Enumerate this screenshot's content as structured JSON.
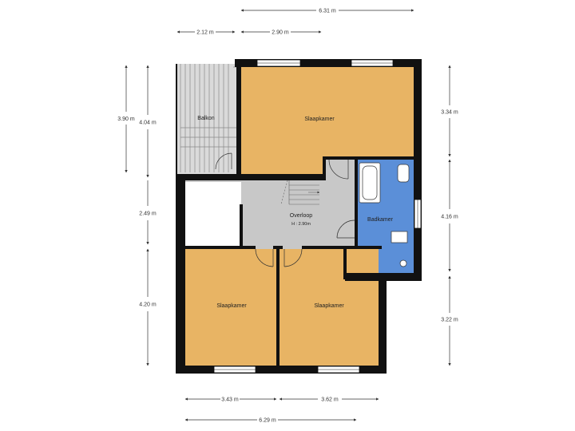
{
  "colors": {
    "bedroom": "#E8B464",
    "landing": "#C8C8C8",
    "bathroom": "#5B8FD8",
    "balcony": "#DADADA",
    "wall": "#111111",
    "dimension_line": "#333333"
  },
  "rooms": {
    "balcony": "Balkon",
    "bedroom_top": "Slaapkamer",
    "landing": "Overloop",
    "landing_height": "H : 2.90m",
    "bathroom": "Badkamer",
    "bedroom_left": "Slaapkamer",
    "bedroom_right": "Slaapkamer"
  },
  "dimensions": {
    "top_total": "6.31 m",
    "top_balcony": "2.12 m",
    "top_room": "2.90 m",
    "left_outer": "3.90 m",
    "left_inner": "4.04 m",
    "left_middle": "2.49 m",
    "left_bottom": "4.20 m",
    "right_top": "3.34 m",
    "right_middle": "4.16 m",
    "right_bottom": "3.22 m",
    "bottom_left": "3.43 m",
    "bottom_right": "3.62 m",
    "bottom_total": "6.29 m"
  }
}
